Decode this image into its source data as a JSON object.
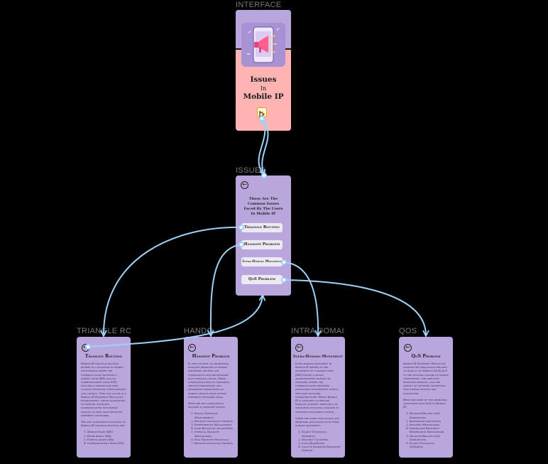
{
  "frames": {
    "interface": "INTERFACE",
    "issues": "ISSUES",
    "triangle": "TRIANGLE RO...",
    "handoff": "HANDO...",
    "intra": "INTRA DOMAI...",
    "qos": "QOS"
  },
  "interface_card": {
    "title_line1": "Issues",
    "title_line2": "In",
    "title_line3": "Mobile IP",
    "illustration": "megaphone-phone-illustration",
    "accent_colors": {
      "top": "#b9a6dd",
      "bottom": "#ffb3b3",
      "divider": "#1a1a1a"
    }
  },
  "issues_card": {
    "heading": "These Are The Common Issues Faced By The Users In Mobile IP",
    "items": [
      "Triangle Routing",
      "Handoff Problem",
      "Intra-Domain Movement",
      "QoS Problem"
    ]
  },
  "details": {
    "triangle": {
      "title": "Triangle Routing",
      "paragraphs": [
        "Mobile IP triangle routing refers to a situation in mobile networking where the communication between a mobile node (MN) and its correspondent node (CN) follows a triangular path, causing potential inefficiencies and latency. This can occur in a Mobile IP (Internet Protocol) environment, which is designed to support seamless communication for mobile devices as they move between different networks.",
        "The key components involved in Mobile IP triangle routing are:"
      ],
      "list": [
        "Mobile Node (MN)",
        "Home Agent (HA)",
        "Foreign Agent (FA)",
        "Correspondent Node (CN)"
      ]
    },
    "handoff": {
      "title": "Handoff Problem",
      "paragraphs": [
        "In the context of addressing handoff problems in mobile networks, several key components and mechanisms play essential roles. These components help in managing smooth transitions and minimizing disruptions as mobile devices move across different network areas.",
        "Here are key components related to handoff issues:"
      ],
      "list": [
        "Signal Strength Measurement",
        "Handoff Initiation Criteria",
        "Interference Management",
        "Load Balancing Algorithms",
        "Vertical Handoff Mechanisms",
        "Fast Handoff Protocols",
        "Handoff Initiation Criteria"
      ]
    },
    "intra": {
      "title": "Intra-Domain Movement",
      "paragraphs": [
        "Intra-domain movement in Mobile IP refers to the movement of a mobile node (MN) within a single administrative domain or network, where the communication requires handovers or handoffs within the same network infrastructure. While Mobile IP is designed to provide mobility support, especially in scenarios involving changes in network attachment points,",
        "there are some challenges and problems associated with intra-domain movement:"
      ],
      "list": [
        "Packet Tunneling Overhead",
        "Security Concerns",
        "Long Hops/Links",
        "Lack of Seamless Handover Support"
      ]
    },
    "qos": {
      "title": "QoS Problem",
      "paragraphs": [
        "Mobile IP (Internet Protocol) introduces challenges related to Quality of Service (QoS) due to the dynamic nature of mobile networking, the need for seamless mobility, and the variety of network conditions that mobile devices may encounter.",
        "Here are some of the problems associated with QoS in Mobile IP:"
      ],
      "list": [
        "Handoff-Related QoS Disruptions",
        "Bandwidth Limitations",
        "Security Mechanisms",
        "Inadequate Resource Reservation Mechanisms",
        "Handoff-Related QoS Disruptions",
        "Packet Tunneling Overhead"
      ]
    }
  },
  "icons": {
    "back": "back-arrow-icon",
    "logo": "animated-badge-icon"
  },
  "colors": {
    "card": "#b9a6dd",
    "interface_bottom": "#ffb3b3",
    "wire": "#9fd0f5",
    "background": "#000000"
  }
}
